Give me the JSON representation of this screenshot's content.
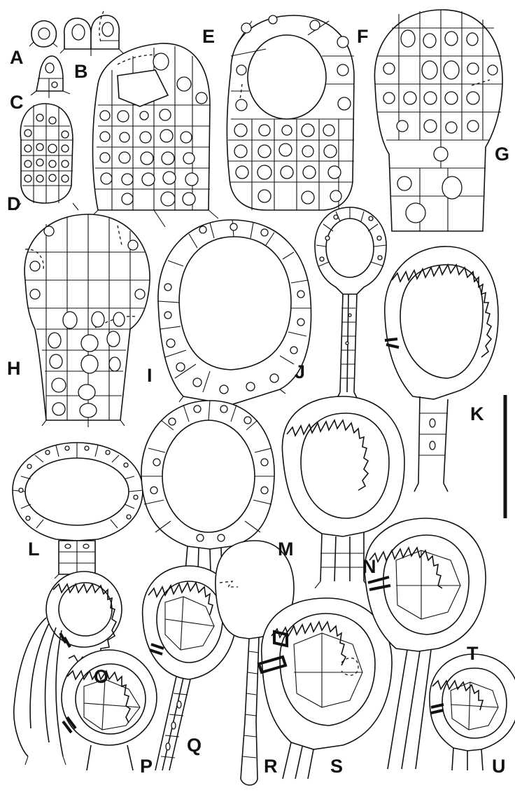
{
  "figure": {
    "panel_labels": [
      "A",
      "B",
      "C",
      "D",
      "E",
      "F",
      "G",
      "H",
      "I",
      "J",
      "K",
      "L",
      "M",
      "N",
      "O",
      "P",
      "Q",
      "R",
      "S",
      "T",
      "U"
    ]
  }
}
